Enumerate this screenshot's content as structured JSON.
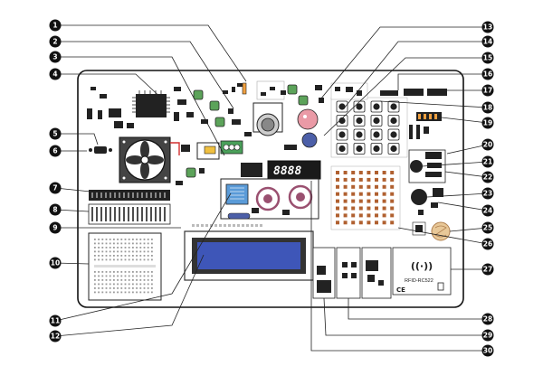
{
  "display_7seg": "8888",
  "rfid_caption": "RFID-RC522",
  "rfid_wave_glyph": "((·))",
  "ce_mark": "CE",
  "callouts": [
    "1",
    "2",
    "3",
    "4",
    "5",
    "6",
    "7",
    "8",
    "9",
    "10",
    "11",
    "12",
    "13",
    "14",
    "15",
    "16",
    "17",
    "18",
    "19",
    "20",
    "21",
    "22",
    "23",
    "24",
    "25",
    "26",
    "27",
    "28",
    "29",
    "30"
  ],
  "colors": {
    "ink": "#111111",
    "board_fill": "#ffffff",
    "fan_body": "#444444",
    "lcd_blue": "#3e56b8",
    "lcd_frame": "#333333",
    "display_bg": "#1a1a1a",
    "button_green": "#5ca35a",
    "terminal_green": "#4aa05a",
    "buzzer_pink": "#ea9aa6",
    "led_blue": "#4c5fa8",
    "led_pink": "#f0a0b4",
    "dht_blue": "#5a9bd8",
    "speaker_ring": "#c8a0b0",
    "ldr_tan": "#e8c898",
    "chip_black": "#222222",
    "wire_red": "#d23030",
    "relay_yellow": "#f0c040"
  }
}
